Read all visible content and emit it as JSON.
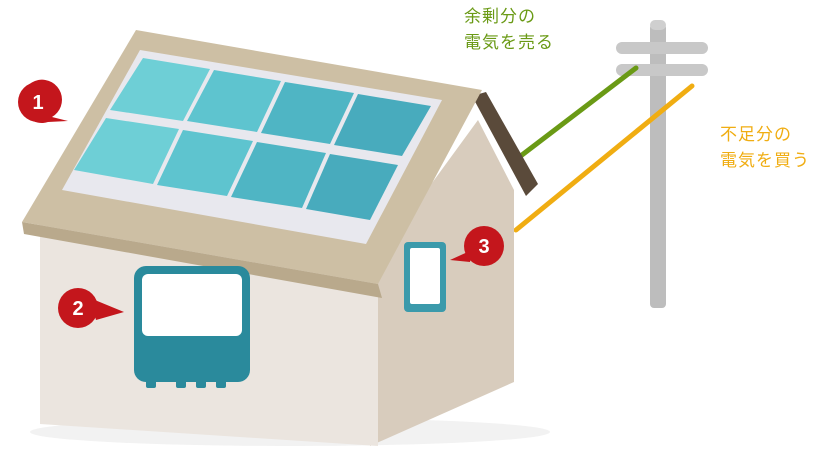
{
  "labels": {
    "sell": {
      "line1": "余剰分の",
      "line2": "電気を売る"
    },
    "buy": {
      "line1": "不足分の",
      "line2": "電気を買う"
    }
  },
  "badges": [
    {
      "number": "1",
      "icon": "solar-panel"
    },
    {
      "number": "2",
      "icon": "power-conditioner"
    },
    {
      "number": "3",
      "icon": "energy-monitor"
    }
  ],
  "colors": {
    "sell_line": "#6a9a15",
    "buy_line": "#f0ad12",
    "badge": "#c4161c",
    "panel": "#5bbfc8",
    "inverter": "#2a8a9c",
    "pole": "#b9b9b9",
    "roof": "#cdbfa4",
    "wall": "#e9e3dc"
  }
}
